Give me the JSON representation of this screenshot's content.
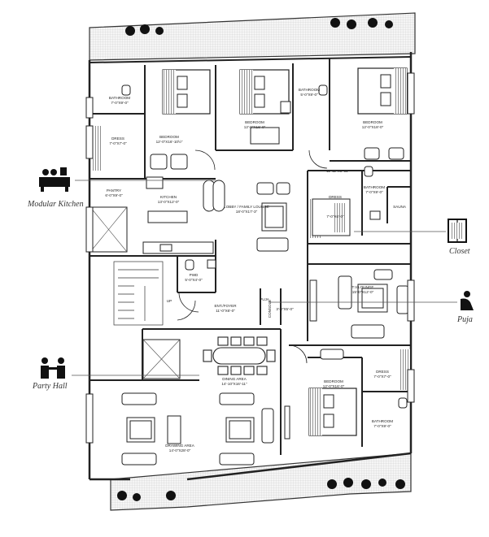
{
  "rooms": {
    "bathroom_1": {
      "name": "BATHROOM",
      "dim": "7'-0\"X9'-0\""
    },
    "bedroom_1": {
      "name": "BEDROOM",
      "dim": "12'-0\"X16'-10½\""
    },
    "dress_1": {
      "name": "DRESS",
      "dim": "7'-0\"X7'-0\""
    },
    "bedroom_2": {
      "name": "BEDROOM",
      "dim": "12'-0\"X16'-0\""
    },
    "bathroom_2": {
      "name": "BATHROOM",
      "dim": "5'-0\"X9'-0\""
    },
    "bedroom_3": {
      "name": "BEDROOM",
      "dim": "12'-0\"X18'-0\""
    },
    "pantry": {
      "name": "PANTRY",
      "dim": "6'-0\"X9'-0\""
    },
    "kitchen": {
      "name": "KITCHEN",
      "dim": "13'-0\"X12'-0\""
    },
    "lobby": {
      "name": "LOBBY / FAMILY LOUNGE",
      "dim": "18'-0\"X17'-3\""
    },
    "bath_top": {
      "dim": "11'-11\"X8'-11\""
    },
    "dress_2": {
      "name": "DRESS",
      "dim": "7'-0\"X6'-0\""
    },
    "bathroom_3": {
      "name": "BATHROOM",
      "dim": "7'-0\"X9'-0\""
    },
    "sauna": {
      "name": "SAUNA"
    },
    "pwd": {
      "name": "PWD",
      "dim": "5'-0\"X4'-0\""
    },
    "up": {
      "name": "UP"
    },
    "foyer": {
      "name": "ENT./FOYER",
      "dim": "11'-0\"X6'-0\""
    },
    "puja": {
      "name": "PUJA",
      "dim": "3'-3\"X5'-0\""
    },
    "tv_lounge": {
      "name": "T.V.LOUNGE",
      "dim": "15'-0\"X12'-0\""
    },
    "dining": {
      "name": "DINING AREA",
      "dim": "14'-10\"X16'-11\""
    },
    "bedroom_4": {
      "name": "BEDROOM",
      "dim": "12'-0\"X16'-0\""
    },
    "dress_3": {
      "name": "DRESS",
      "dim": "7'-0\"X7'-0\""
    },
    "bathroom_4": {
      "name": "BATHROOM",
      "dim": "7'-0\"X9'-0\""
    },
    "drawing": {
      "name": "DRAWING AREA",
      "dim": "14'-0\"X28'-0\""
    },
    "console": {
      "name": "CONSOLE"
    }
  },
  "callouts": {
    "modular_kitchen": "Modular Kitchen",
    "party_hall": "Party Hall",
    "closet": "Closet",
    "puja": "Puja"
  }
}
